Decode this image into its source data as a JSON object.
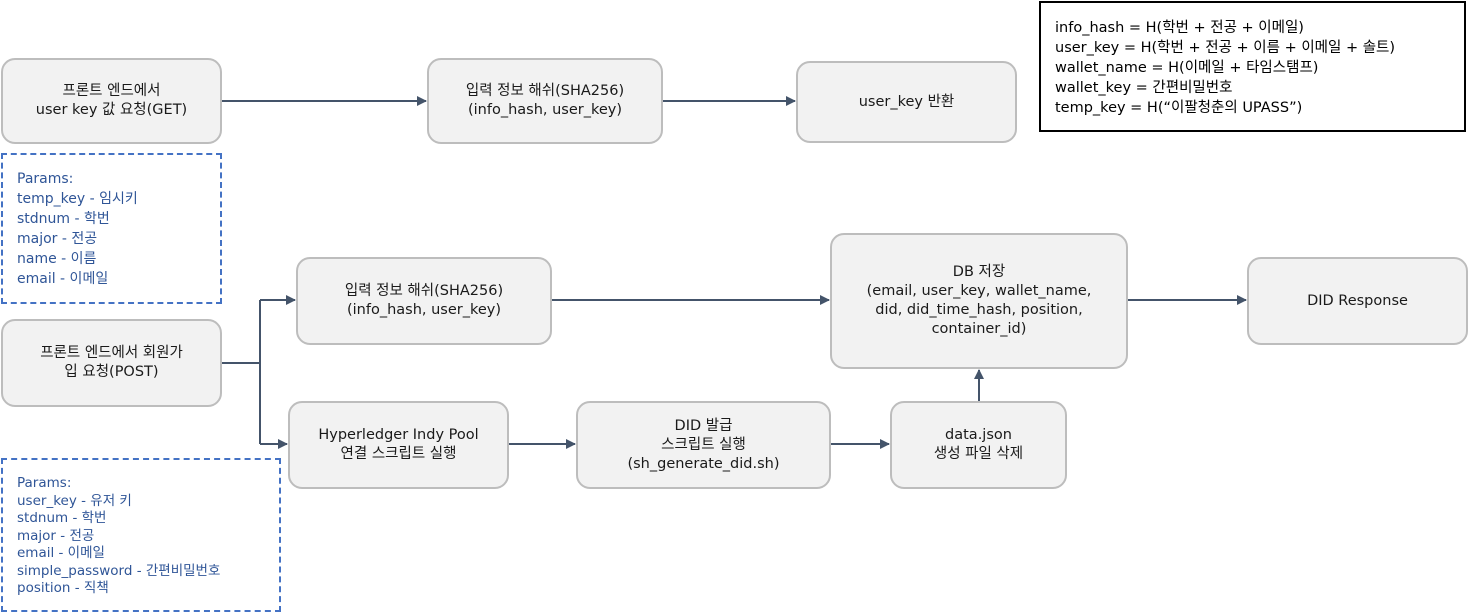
{
  "nodes": {
    "get_request": [
      "프론트 엔드에서",
      "user key 값 요청(GET)"
    ],
    "hash_top": [
      "입력 정보 해쉬(SHA256)",
      "(info_hash, user_key)"
    ],
    "return_key": [
      "user_key 반환"
    ],
    "post_request": [
      "프론트 엔드에서 회원가",
      "입 요청(POST)"
    ],
    "hash_mid": [
      "입력 정보 해쉬(SHA256)",
      "(info_hash, user_key)"
    ],
    "db_store": [
      "DB 저장",
      "(email, user_key, wallet_name,",
      "did, did_time_hash, position,",
      "container_id)"
    ],
    "did_response": [
      "DID Response"
    ],
    "indy_pool": [
      "Hyperledger Indy Pool",
      "연결 스크립트 실행"
    ],
    "did_issue": [
      "DID 발급",
      "스크립트 실행",
      "(sh_generate_did.sh)"
    ],
    "data_json": [
      "data.json",
      "생성 파일 삭제"
    ]
  },
  "params_get": [
    "Params:",
    "temp_key - 임시키",
    "stdnum - 학번",
    "major - 전공",
    "name - 이름",
    "email - 이메일"
  ],
  "params_post": [
    "Params:",
    "user_key - 유저 키",
    "stdnum - 학번",
    "major - 전공",
    "email - 이메일",
    "simple_password - 간편비밀번호",
    "position - 직책"
  ],
  "legend": [
    "info_hash = H(학번 + 전공 + 이메일)",
    "user_key = H(학번 + 전공 + 이름 + 이메일 + 솔트)",
    "wallet_name = H(이메일 + 타임스탬프)",
    "wallet_key = 간편비밀번호",
    "temp_key = H(“이팔청춘의 UPASS”)"
  ],
  "colors": {
    "box_fill": "#f2f2f2",
    "box_border": "#bdbdbd",
    "arrow": "#44546a",
    "params_text": "#2f5597",
    "params_border": "#4472c4"
  }
}
